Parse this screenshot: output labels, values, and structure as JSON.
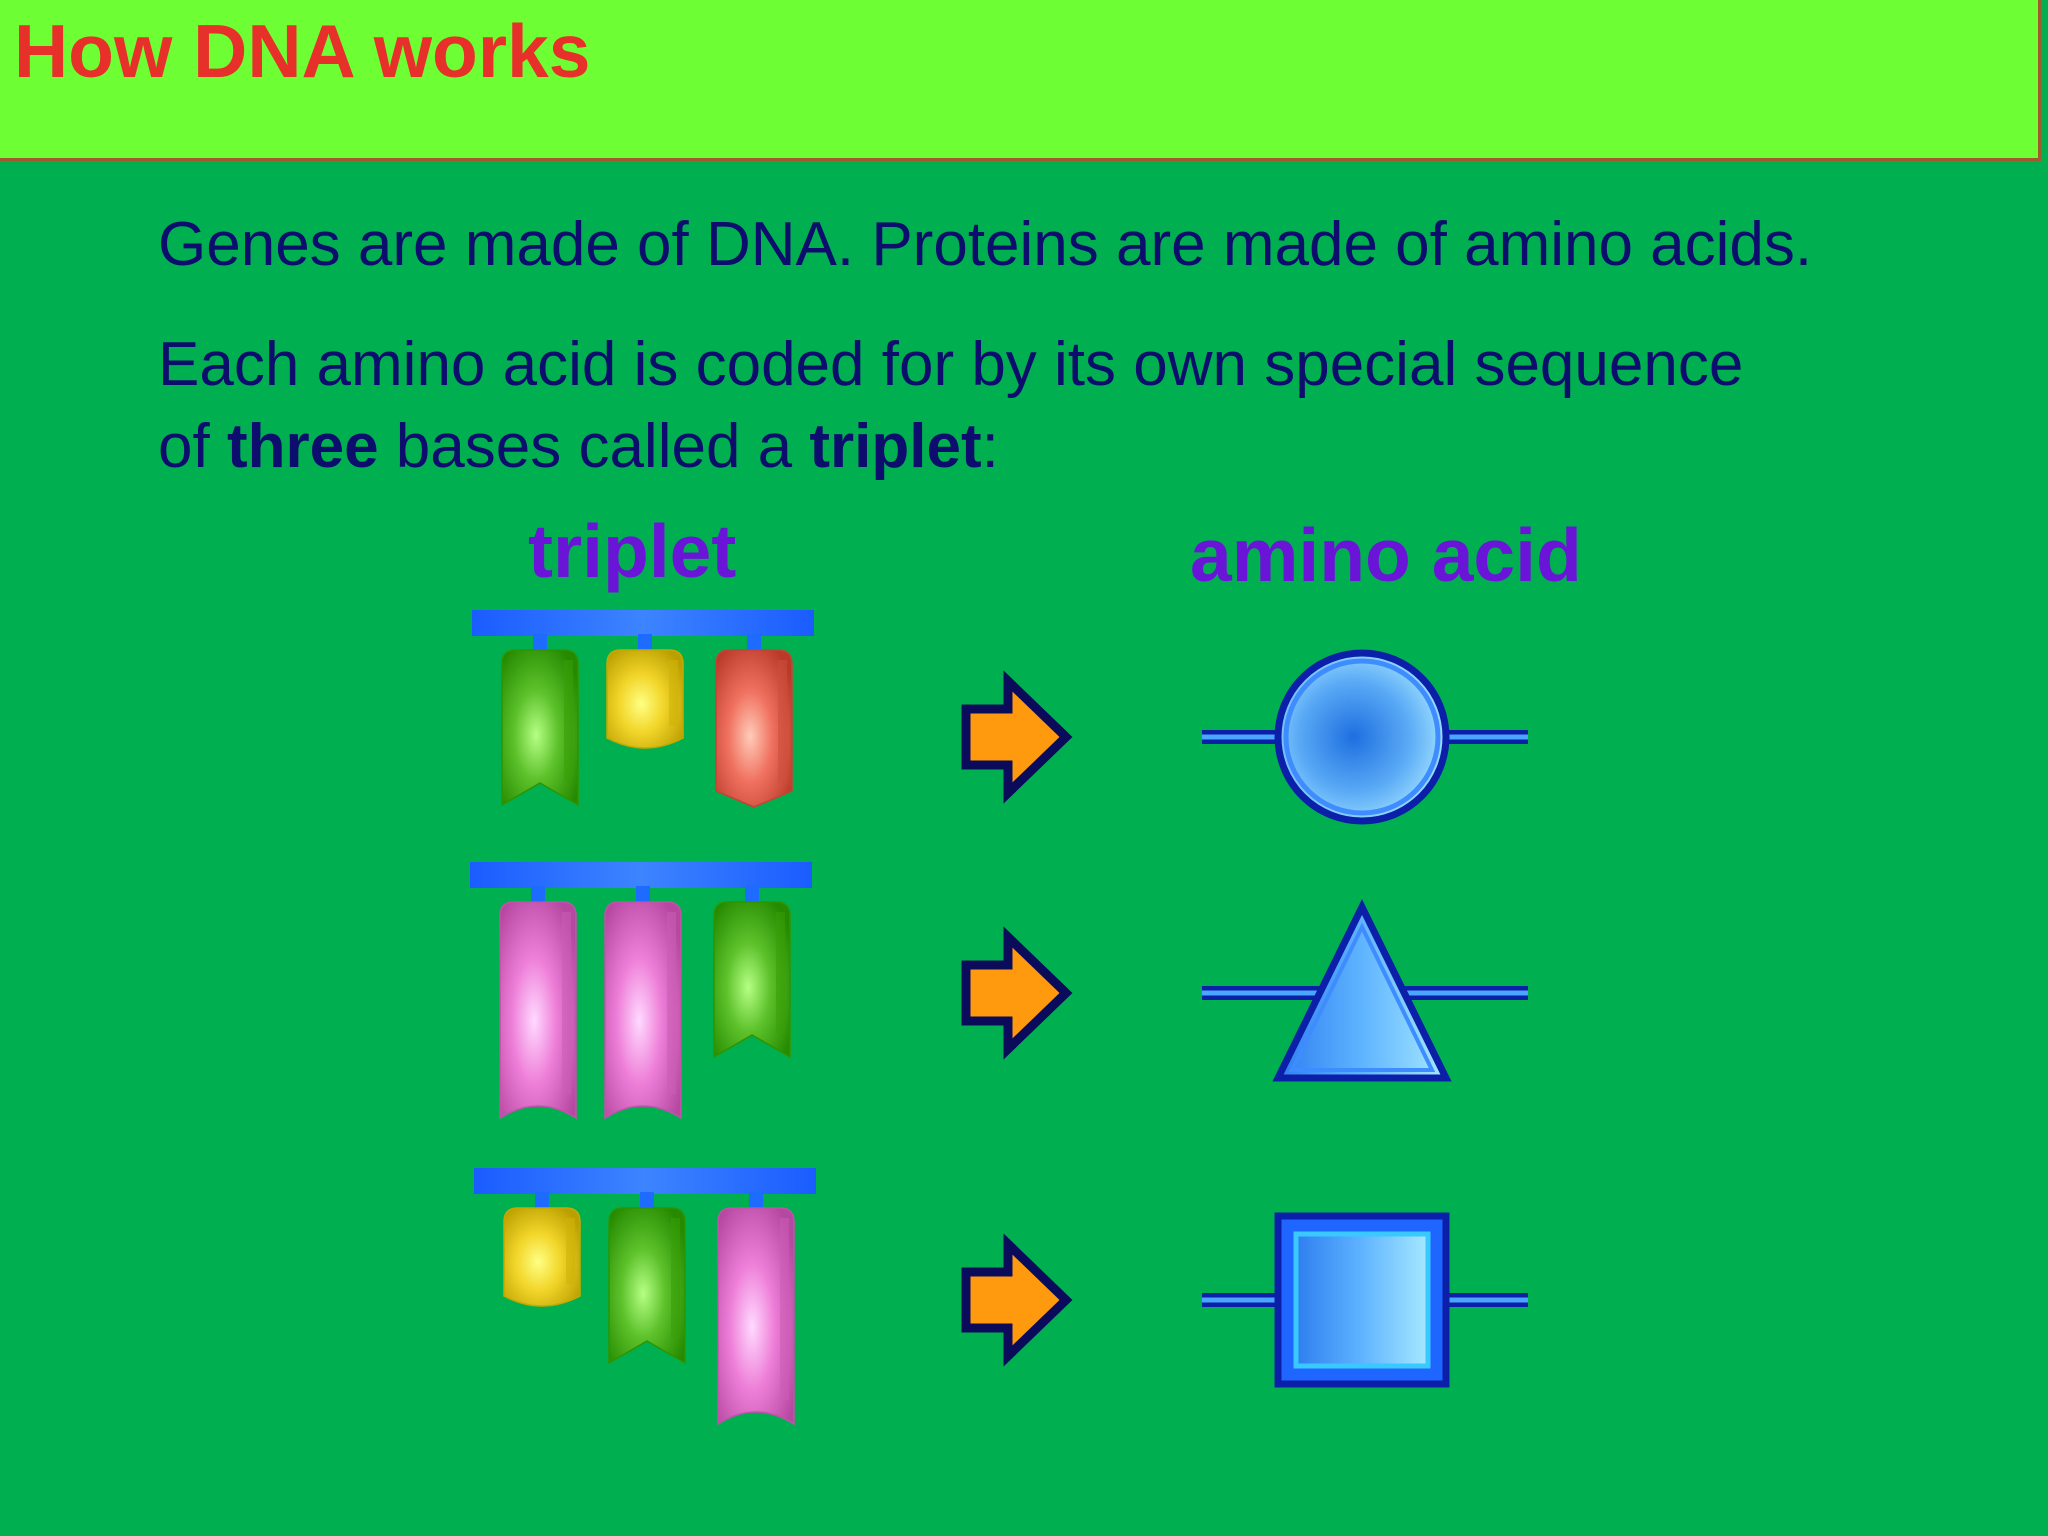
{
  "slide": {
    "title": "How DNA works",
    "paragraph1": "Genes are made of DNA. Proteins are made of amino acids.",
    "paragraph2": {
      "line1": "Each amino acid is coded for by its own special sequence",
      "line2_prefix": "of ",
      "line2_bold1": "three",
      "line2_mid": " bases called a ",
      "line2_bold2": "triplet",
      "line2_suffix": ":"
    }
  },
  "diagram": {
    "triplet_heading": "triplet",
    "amino_heading": "amino acid",
    "rows": [
      {
        "bases": [
          "green",
          "yellow",
          "red"
        ],
        "amino_acid_shape": "circle"
      },
      {
        "bases": [
          "pink",
          "pink",
          "green"
        ],
        "amino_acid_shape": "triangle"
      },
      {
        "bases": [
          "yellow",
          "green",
          "pink"
        ],
        "amino_acid_shape": "square"
      }
    ],
    "base_colors": {
      "green": "#5cc12a",
      "yellow": "#f2d62a",
      "red": "#f0715f",
      "pink": "#ee7fd8"
    },
    "arrow_color": "#ff9a0f",
    "amino_acid_color": "#4aa6ff",
    "backbone_color": "#1e6bff"
  },
  "colors": {
    "background": "#00b050",
    "title_bar": "#6dff33",
    "title_text": "#e8302a",
    "body_text": "#0d0d6e",
    "heading_text": "#6a14d8"
  }
}
